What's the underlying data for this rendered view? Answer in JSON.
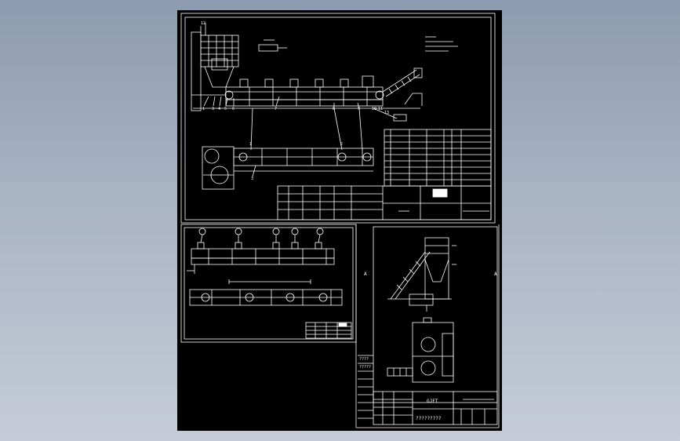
{
  "canvas": {
    "background": "#9aa6b8",
    "sheet_color": "#000000",
    "line_color": "#ffffff",
    "accent_color": "#2fd3d3"
  },
  "top_view": {
    "part_numbers": [
      "1",
      "3",
      "4",
      "5",
      "6",
      "7",
      "8",
      "9",
      "10",
      "11",
      "12",
      "13"
    ],
    "plan_numbers": [
      "1",
      "2",
      "3"
    ]
  },
  "panel_c": {
    "side_letters": [
      "A",
      "A"
    ],
    "title_block_text": "GJFT",
    "drawing_number": "?????????",
    "list_text": [
      "????",
      "?????"
    ]
  }
}
